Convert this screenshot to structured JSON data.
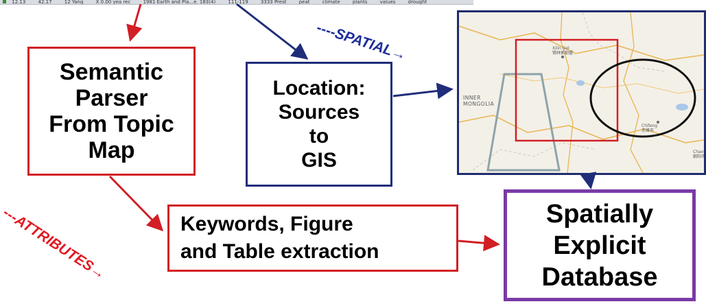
{
  "spreadsheet_strip": {
    "cells": [
      "12.13",
      "42.17",
      "12 Yang",
      "X 0.00 yea rec",
      "1981 Earth and Pla...e. 183(4)",
      "111-119",
      "3333 Prest",
      "peat",
      "climate",
      "plants",
      "values",
      "drought"
    ]
  },
  "boxes": {
    "semantic_parser": "Semantic\nParser\nFrom Topic\nMap",
    "location": "Location:\nSources\nto\nGIS",
    "keywords": "Keywords, Figure\nand Table extraction",
    "database": "Spatially\nExplicit\nDatabase"
  },
  "labels": {
    "spatial": "----SPATIAL→",
    "attributes": "---ATTRIBUTES→"
  },
  "map": {
    "region_label": "INNER\nMONGOLIA",
    "city_1": "Xilin Gol\n锡林郭勒盟",
    "city_2": "Chifeng\n赤峰市",
    "city_3": "Chaoyan\n朝阳市"
  },
  "colors": {
    "red": "#d21e25",
    "navy": "#1f2d7a",
    "purple": "#7a3aa6",
    "spatial_label": "#1f2d9a",
    "attribute_label": "#e21a22"
  }
}
